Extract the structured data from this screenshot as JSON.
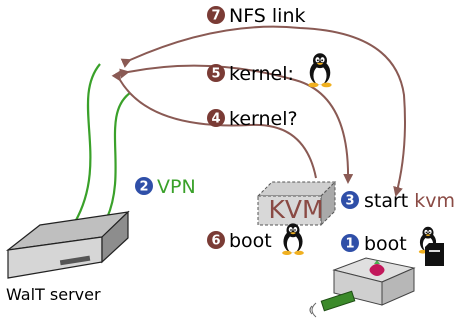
{
  "colors": {
    "brown": "#7a3b35",
    "arrow": "#8a5a54",
    "blue": "#2f4fa8",
    "green": "#3aa12a",
    "kvm_text": "#8a4a44"
  },
  "steps": [
    {
      "num": "1",
      "label": "boot",
      "color": "blue",
      "icons": [
        "tux-icon",
        "sd-card-icon"
      ]
    },
    {
      "num": "2",
      "label": "VPN",
      "color": "blue"
    },
    {
      "num": "3",
      "label_prefix": "start ",
      "label_accent": "kvm",
      "color": "blue"
    },
    {
      "num": "4",
      "label": "kernel?",
      "color": "brown"
    },
    {
      "num": "5",
      "label": "kernel:",
      "color": "brown",
      "icons": [
        "tux-icon"
      ]
    },
    {
      "num": "6",
      "label": "boot",
      "color": "brown",
      "icons": [
        "tux-icon"
      ]
    },
    {
      "num": "7",
      "label": "NFS link",
      "color": "brown"
    }
  ],
  "kvm_box": {
    "label": "KVM"
  },
  "server": {
    "label": "WalT server"
  }
}
